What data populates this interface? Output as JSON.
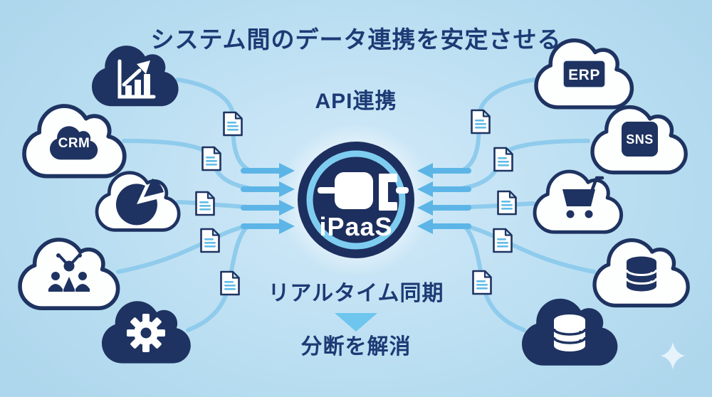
{
  "title": "システム間のデータ連携を安定させる",
  "hub": {
    "caption_top": "API連携",
    "label": "iPaaS",
    "icon": "plug-icon"
  },
  "flow": {
    "sync_label": "リアルタイム同期",
    "result_label": "分断を解消"
  },
  "left_systems": [
    {
      "name": "analytics",
      "icon": "bar-chart-icon",
      "style": "dark",
      "label": ""
    },
    {
      "name": "crm",
      "icon": "cloud-badge",
      "style": "light",
      "label": "CRM"
    },
    {
      "name": "bi-reports",
      "icon": "pie-chart-icon",
      "style": "light",
      "label": ""
    },
    {
      "name": "team",
      "icon": "team-icon",
      "style": "light",
      "label": ""
    },
    {
      "name": "operations",
      "icon": "gear-icon",
      "style": "dark",
      "label": ""
    }
  ],
  "right_systems": [
    {
      "name": "erp",
      "icon": "square-badge",
      "style": "light",
      "label": "ERP"
    },
    {
      "name": "sns",
      "icon": "square-badge",
      "style": "light",
      "label": "SNS"
    },
    {
      "name": "ecommerce",
      "icon": "cart-icon",
      "style": "light",
      "label": ""
    },
    {
      "name": "database",
      "icon": "database-icon",
      "style": "light",
      "label": ""
    },
    {
      "name": "data-warehouse",
      "icon": "database-icon",
      "style": "dark",
      "label": ""
    }
  ],
  "documents": {
    "icon": "document-icon",
    "left_count": 5,
    "right_count": 5
  },
  "decor": {
    "sparkle_icon": "sparkle-icon",
    "down_arrow_icon": "triangle-down-icon"
  },
  "colors": {
    "background": "#b9ddf0",
    "navy": "#1e3361",
    "cloud_white": "#fdfefe",
    "line_blue": "#8fcbec",
    "arrow_blue": "#5cb5e6",
    "hub_ring": "#7ecdf0",
    "text_navy": "#1c3a74",
    "doc_fold_blue": "#bfe3f5",
    "doc_line_blue": "#62bce8",
    "triangle_blue": "#6ec6ee"
  }
}
